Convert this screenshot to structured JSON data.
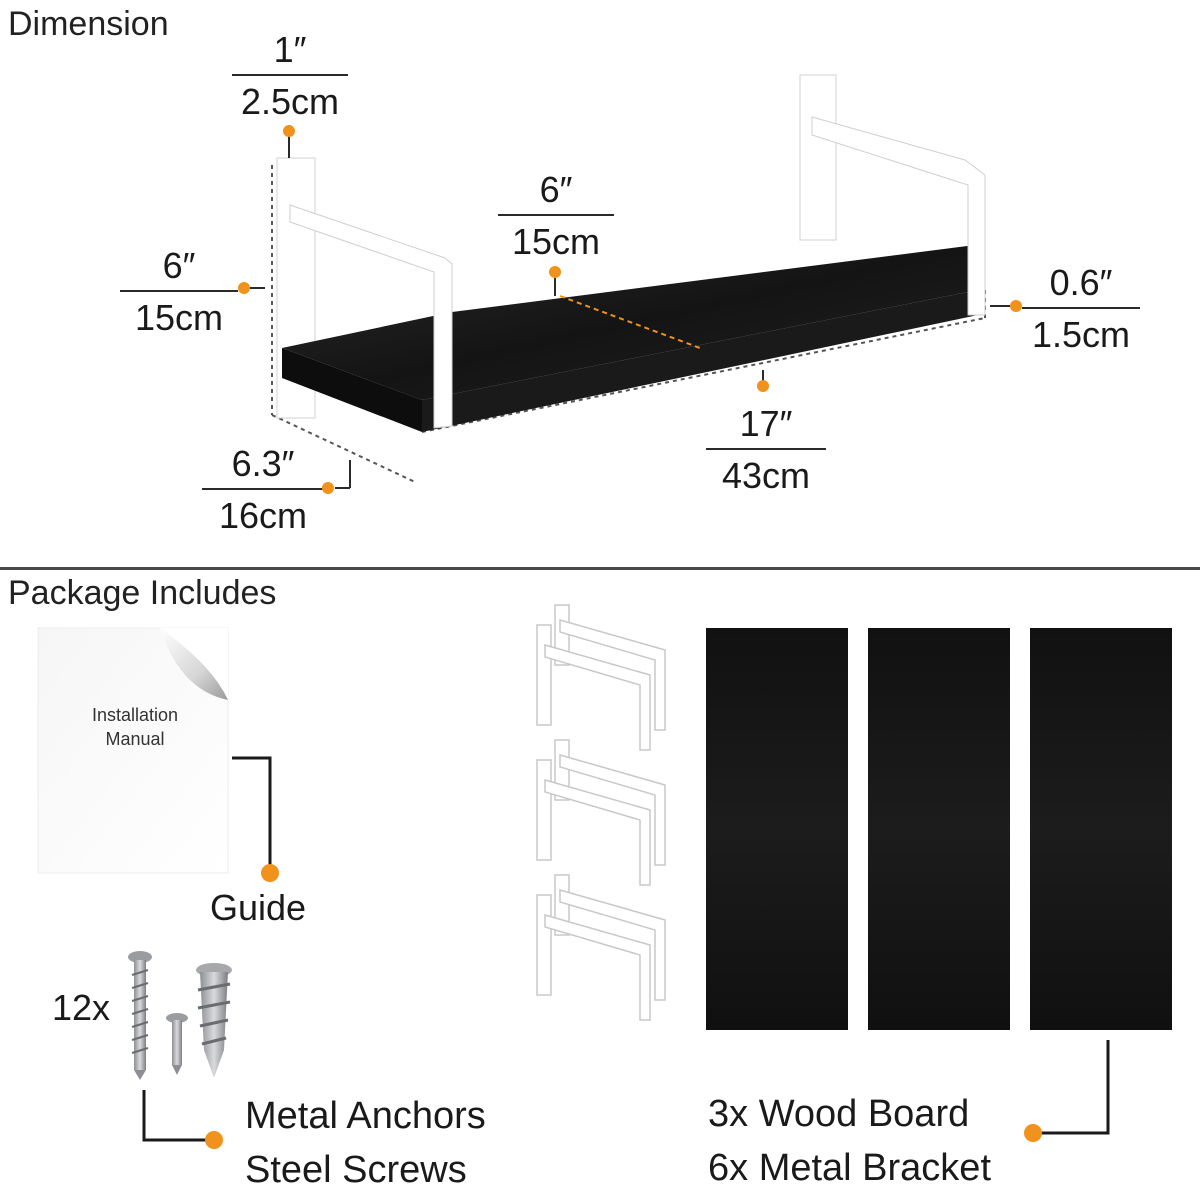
{
  "sections": {
    "dimension_title": "Dimension",
    "package_title": "Package Includes"
  },
  "dimensions": {
    "bracket_width": {
      "imperial": "1″",
      "metric": "2.5cm"
    },
    "shelf_depth": {
      "imperial": "6″",
      "metric": "15cm"
    },
    "bracket_height": {
      "imperial": "6″",
      "metric": "15cm"
    },
    "board_thickness": {
      "imperial": "0.6″",
      "metric": "1.5cm"
    },
    "board_length": {
      "imperial": "17″",
      "metric": "43cm"
    },
    "overall_depth": {
      "imperial": "6.3″",
      "metric": "16cm"
    }
  },
  "package": {
    "manual_text_line1": "Installation",
    "manual_text_line2": "Manual",
    "guide_label": "Guide",
    "hardware_count": "12x",
    "hardware_line1": "Metal Anchors",
    "hardware_line2": "Steel Screws",
    "boards_line1": "3x Wood Board",
    "boards_line2": "6x Metal Bracket"
  },
  "colors": {
    "accent_dot": "#f0921c",
    "board": "#161616",
    "bracket": "#ffffff"
  }
}
